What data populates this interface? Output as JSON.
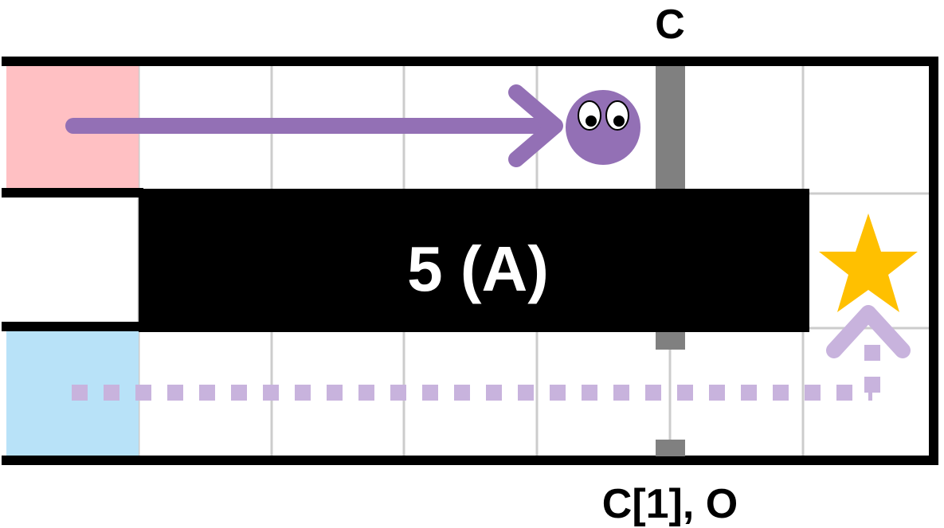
{
  "labels": {
    "top_wall": "C",
    "bottom_wall": "C[1], O",
    "obstacle": "5 (A)"
  },
  "colors": {
    "start_cell": "#ffc0c3",
    "alt_start_cell": "#b8e2f8",
    "obstacle": "#000000",
    "wall": "#000000",
    "gate": "#808080",
    "grid_line": "#cccccc",
    "path": "#9370b5",
    "goal_star": "#ffc000"
  },
  "icons": {
    "agent": "purple-ball-with-eyes-icon",
    "goal": "star-icon"
  }
}
